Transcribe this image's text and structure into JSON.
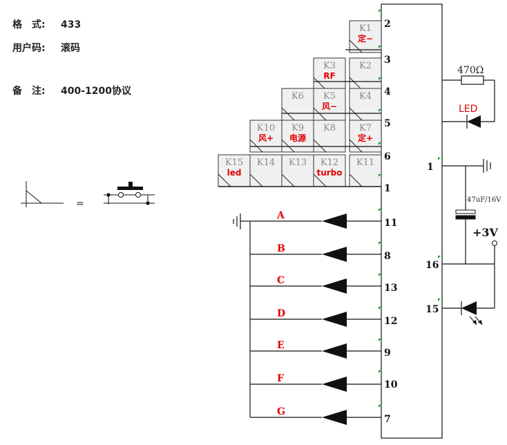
{
  "info": {
    "format_label": "格　式:",
    "format_value": "433",
    "user_code_label": "用户码:",
    "user_code_value": "滚码",
    "remark_label": "备　注:",
    "remark_value": "400-1200协议"
  },
  "legend": {
    "equals": "="
  },
  "pins": {
    "right_column": [
      "2",
      "3",
      "4",
      "5",
      "6",
      "1",
      "11",
      "8",
      "13",
      "12",
      "9",
      "10",
      "7"
    ],
    "ic_right": {
      "p1": "1",
      "p16": "16",
      "p15": "15"
    }
  },
  "keys": [
    {
      "id": "K1",
      "label": "K1",
      "func": "定−"
    },
    {
      "id": "K2",
      "label": "K2",
      "func": ""
    },
    {
      "id": "K3",
      "label": "K3",
      "func": "RF"
    },
    {
      "id": "K4",
      "label": "K4",
      "func": ""
    },
    {
      "id": "K5",
      "label": "K5",
      "func": "风−"
    },
    {
      "id": "K6",
      "label": "K6",
      "func": ""
    },
    {
      "id": "K7",
      "label": "K7",
      "func": "定+"
    },
    {
      "id": "K8",
      "label": "K8",
      "func": ""
    },
    {
      "id": "K9",
      "label": "K9",
      "func": "电源"
    },
    {
      "id": "K10",
      "label": "K10",
      "func": "风+"
    },
    {
      "id": "K11",
      "label": "K11",
      "func": ""
    },
    {
      "id": "K12",
      "label": "K12",
      "func": "turbo"
    },
    {
      "id": "K13",
      "label": "K13",
      "func": ""
    },
    {
      "id": "K14",
      "label": "K14",
      "func": ""
    },
    {
      "id": "K15",
      "label": "K15",
      "func": "led"
    }
  ],
  "segments": [
    "A",
    "B",
    "C",
    "D",
    "E",
    "F",
    "G"
  ],
  "components": {
    "resistor": "470Ω",
    "led": "LED",
    "capacitor": "47uF/16V",
    "supply": "+3V"
  }
}
